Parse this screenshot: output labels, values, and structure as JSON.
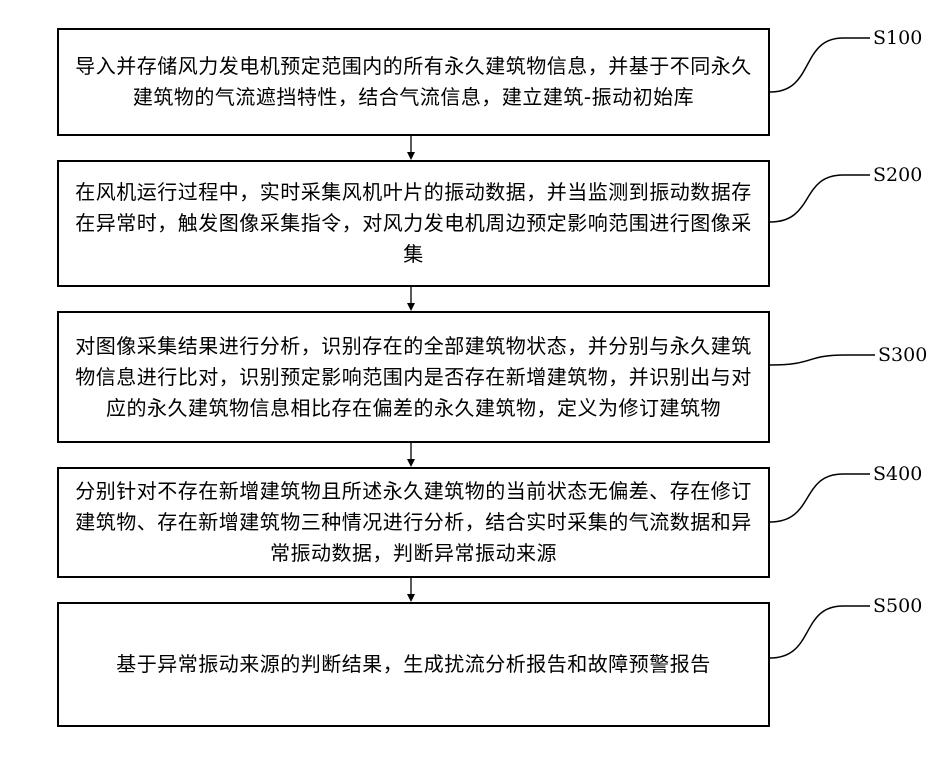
{
  "steps": [
    {
      "id": "S100",
      "text": "导入并存储风力发电机预定范围内的所有永久建筑物信息，并基于不同永久建筑物的气流遮挡特性，结合气流信息，建立建筑-振动初始库"
    },
    {
      "id": "S200",
      "text": "在风机运行过程中，实时采集风机叶片的振动数据，并当监测到振动数据存在异常时，触发图像采集指令，对风力发电机周边预定影响范围进行图像采集"
    },
    {
      "id": "S300",
      "text": "对图像采集结果进行分析，识别存在的全部建筑物状态，并分别与永久建筑物信息进行比对，识别预定影响范围内是否存在新增建筑物，并识别出与对应的永久建筑物信息相比存在偏差的永久建筑物，定义为修订建筑物"
    },
    {
      "id": "S400",
      "text": "分别针对不存在新增建筑物且所述永久建筑物的当前状态无偏差、存在修订建筑物、存在新增建筑物三种情况进行分析，结合实时采集的气流数据和异常振动数据，判断异常振动来源"
    },
    {
      "id": "S500",
      "text": "基于异常振动来源的判断结果，生成扰流分析报告和故障预警报告"
    }
  ]
}
